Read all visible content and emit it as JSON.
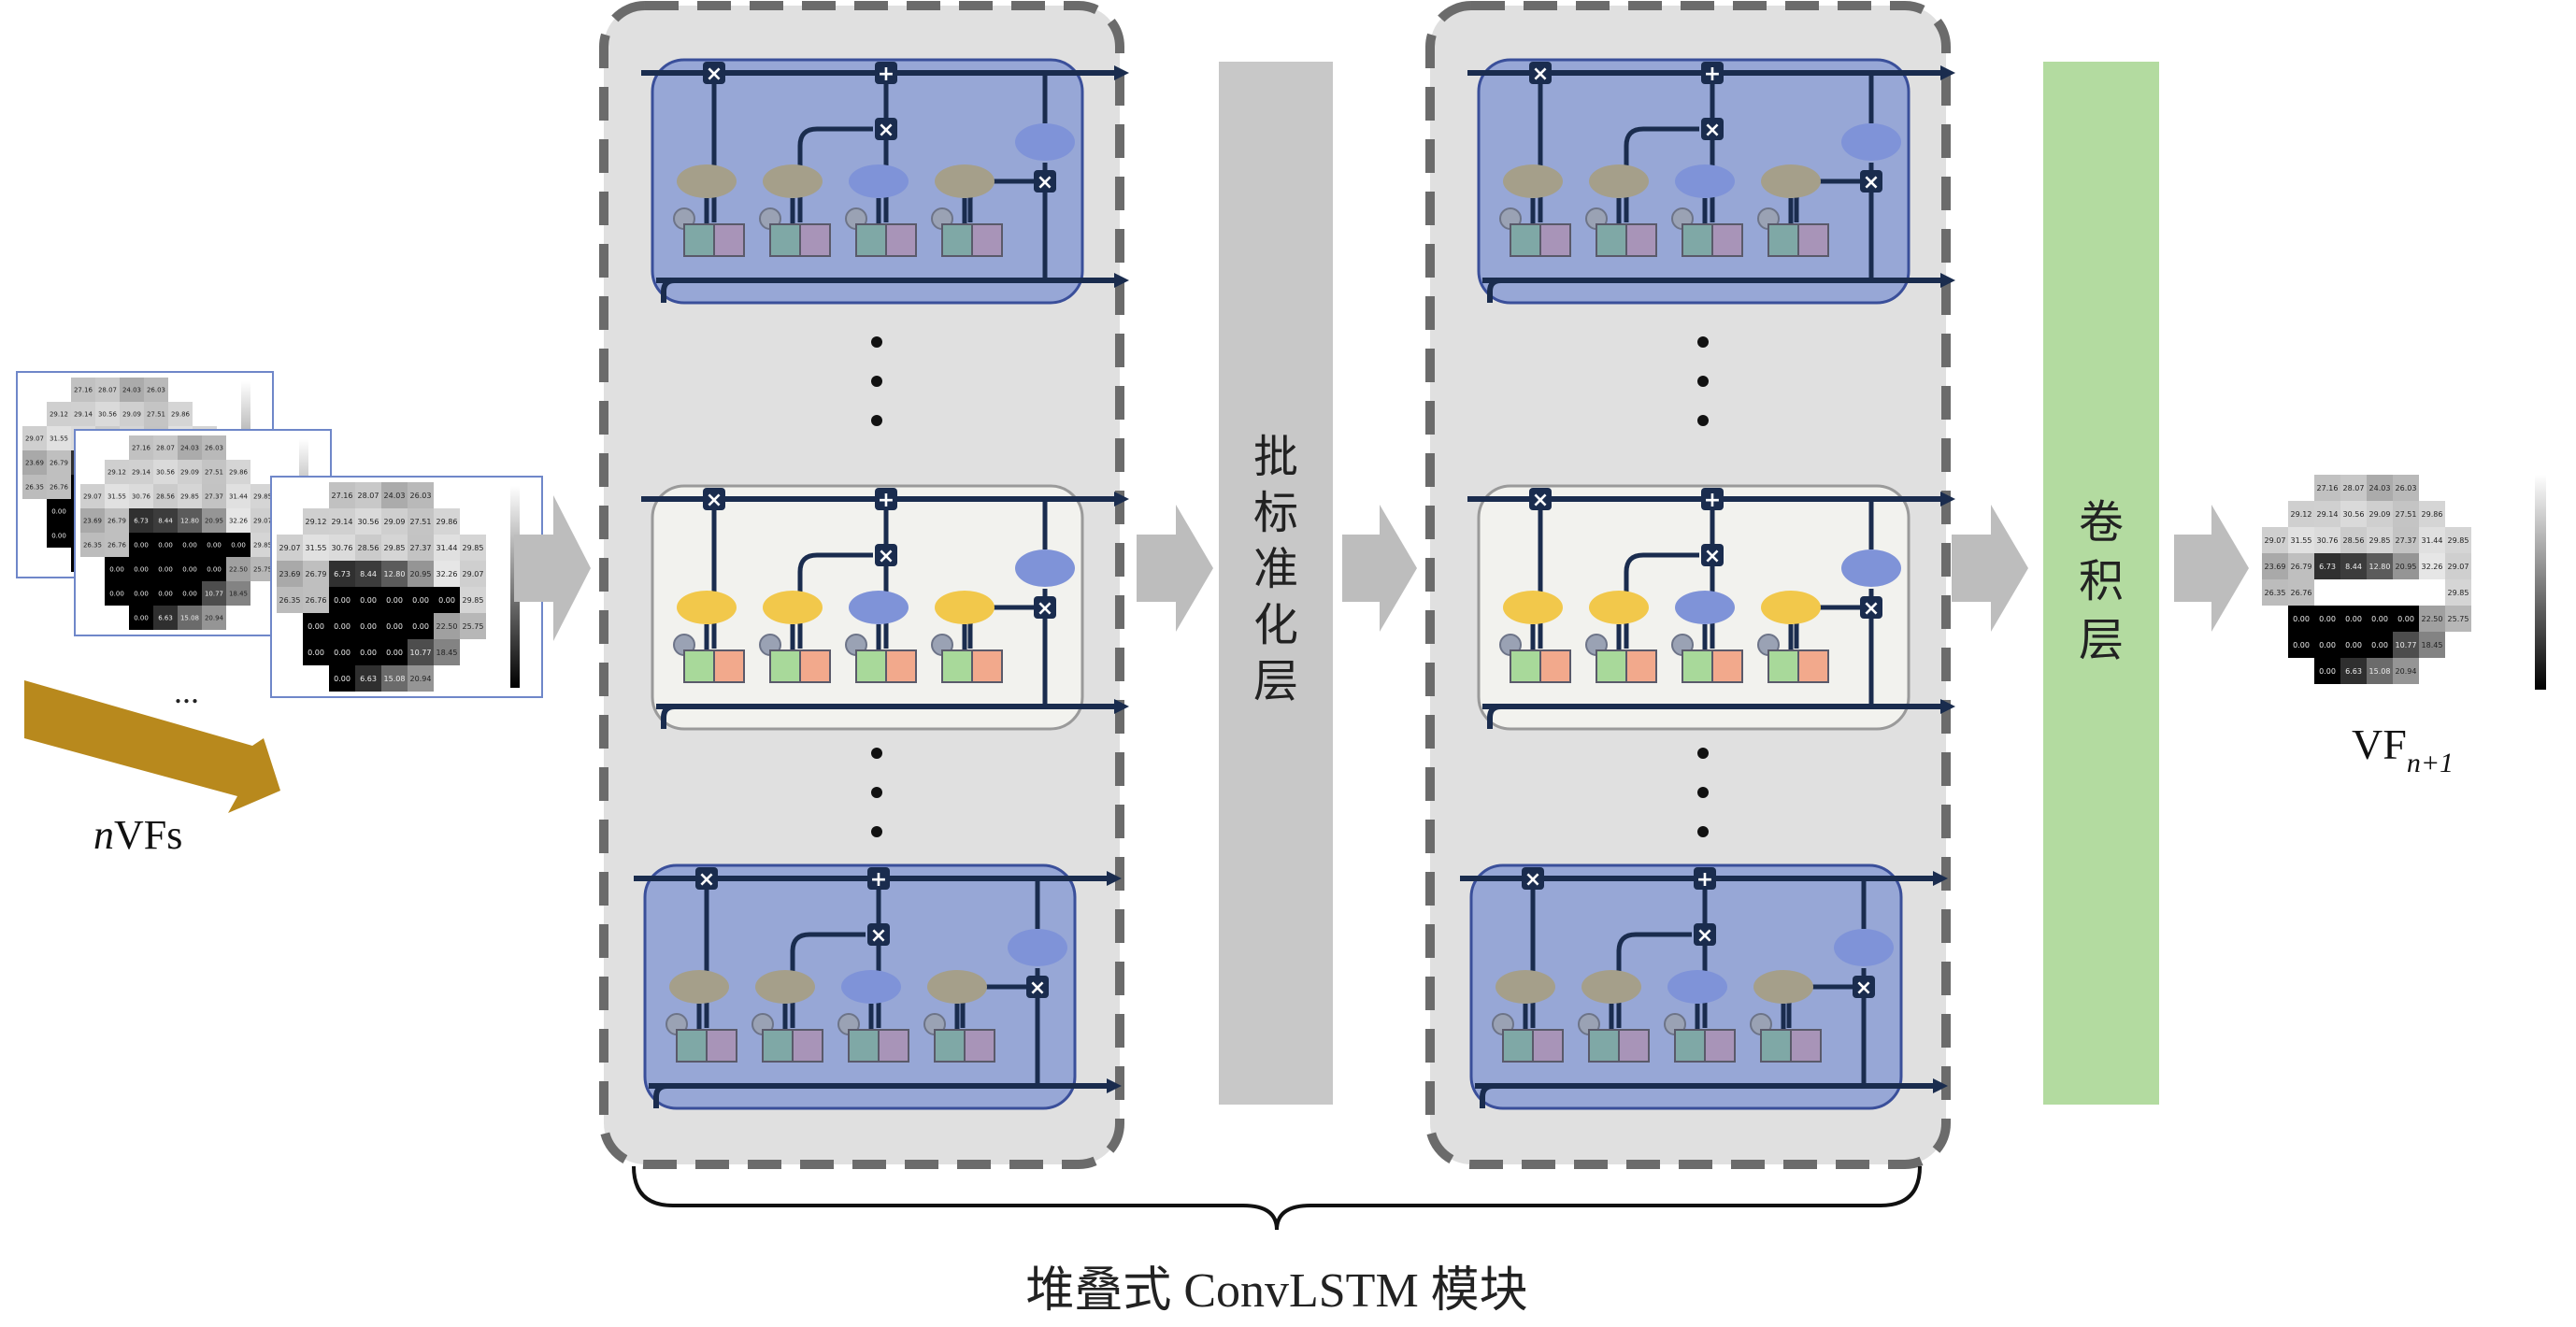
{
  "input": {
    "ellipsis": "...",
    "label_italic": "n",
    "label_rest": "VFs",
    "grid_values_front": [
      [
        "27.16",
        "28.07",
        "24.03",
        "26.03"
      ],
      [
        "29.12",
        "29.14",
        "30.56",
        "29.09",
        "27.51",
        "29.86"
      ],
      [
        "29.07",
        "31.55",
        "30.76",
        "28.56",
        "29.85",
        "27.37",
        "31.44",
        "29.85"
      ],
      [
        "23.69",
        "26.79",
        "6.73",
        "8.44",
        "12.80",
        "20.95",
        "32.26",
        "29.07"
      ],
      [
        "26.35",
        "26.76",
        "0.00",
        "0.00",
        "0.00",
        "0.00",
        "0.00",
        "29.85"
      ],
      [
        "0.00",
        "0.00",
        "0.00",
        "0.00",
        "0.00",
        "22.50",
        "25.75"
      ],
      [
        "0.00",
        "0.00",
        "0.00",
        "0.00",
        "10.77",
        "18.45"
      ],
      [
        "0.00",
        "6.63",
        "15.08",
        "20.94"
      ]
    ]
  },
  "modules": [
    {
      "id": "convlstm-1"
    },
    {
      "id": "convlstm-2"
    }
  ],
  "batch_norm_label": [
    "批",
    "标",
    "准",
    "化",
    "层"
  ],
  "conv_label": [
    "卷",
    "积",
    "层"
  ],
  "output": {
    "label_main": "VF",
    "label_sub": "n+1",
    "grid_values": [
      [
        "27.16",
        "28.07",
        "24.03",
        "26.03"
      ],
      [
        "29.12",
        "29.14",
        "30.56",
        "29.09",
        "27.51",
        "29.86"
      ],
      [
        "29.07",
        "31.55",
        "30.76",
        "28.56",
        "29.85",
        "27.37",
        "31.44",
        "29.85"
      ],
      [
        "23.69",
        "26.79",
        "6.73",
        "8.44",
        "12.80",
        "20.95",
        "32.26",
        "29.07"
      ],
      [
        "26.35",
        "26.76",
        "",
        "",
        "",
        "",
        "",
        "29.85"
      ],
      [
        "0.00",
        "0.00",
        "0.00",
        "0.00",
        "0.00",
        "22.50",
        "25.75"
      ],
      [
        "0.00",
        "0.00",
        "0.00",
        "0.00",
        "10.77",
        "18.45"
      ],
      [
        "0.00",
        "6.63",
        "15.08",
        "20.94"
      ]
    ]
  },
  "brace_label": "堆叠式 ConvLSTM 模块",
  "colors": {
    "module_bg": "#e0e0e0",
    "module_border": "#6b6b6b",
    "cell_blue": "#97a7d6",
    "cell_white": "#f2f2ee",
    "batch_norm": "#c8c8c8",
    "conv": "#b3dba0",
    "arrow": "#bdbdbd",
    "input_arrow": "#b8891d",
    "gate_gray": "#a59f8a",
    "gate_yellow": "#f2c84b",
    "gate_blue": "#7f93d8",
    "line": "#1a2c4e"
  }
}
